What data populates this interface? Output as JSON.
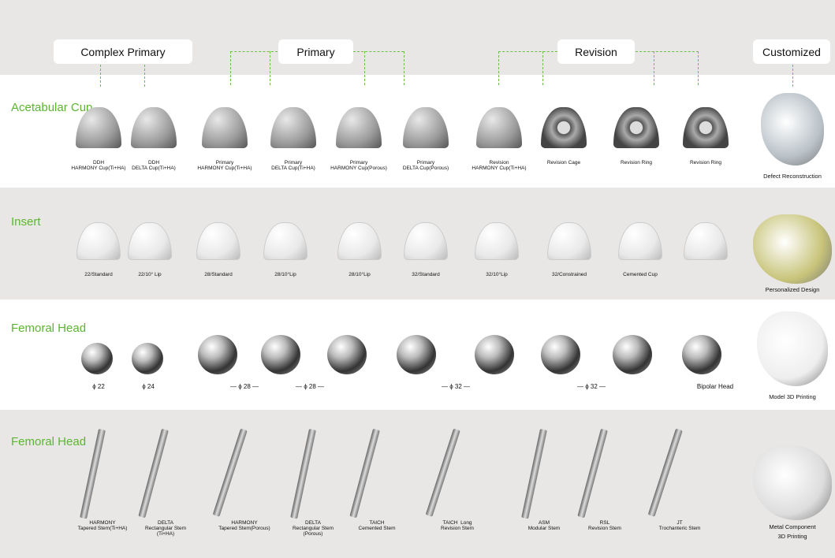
{
  "header": {
    "groups": [
      "Complex Primary",
      "Primary",
      "Revision",
      "Customized"
    ]
  },
  "colors": {
    "accent": "#5cb531",
    "band_gray": "#e9e7e5"
  },
  "rows": [
    {
      "title": "Acetabular Cup",
      "custom_label": "Defect Reconstruction",
      "items": [
        "DDH\nHARMONY Cup(Ti+HA)",
        "DDH\nDELTA Cup(Ti+HA)",
        "Primary\nHARMONY Cup(Ti+HA)",
        "Primary\nDELTA Cup(Ti+HA)",
        "Primary\nHARMONY Cup(Porous)",
        "Primary\nDELTA Cup(Porous)",
        "Revision\nHARMONY Cup(Ti+HA)",
        "Revision Cage",
        "Revision Ring",
        "Revision Ring"
      ]
    },
    {
      "title": "Insert",
      "custom_label": "Personalized Design",
      "items": [
        "22/Standard",
        "22/10° Lip",
        "28/Standard",
        "28/10°Lip",
        "28/10°Lip",
        "32/Standard",
        "32/10°Lip",
        "32/Constrained",
        "Cemented Cup",
        ""
      ]
    },
    {
      "title": "Femoral Head",
      "custom_label": "Model 3D Printing",
      "items": [
        "ϕ 22",
        "ϕ 24",
        "— ϕ 28 —",
        "— ϕ 28 —",
        "— ϕ 32 —",
        "— ϕ 32 —",
        "Bipolar Head"
      ]
    },
    {
      "title": "Femoral Head",
      "custom_label": "Metal Component\n3D Printing",
      "items": [
        "HARMONY\nTapered Stem(Ti+HA)",
        "DELTA\nRectangular Stem\n(Ti+HA)",
        "HARMONY\nTapered Stem(Porous)",
        "DELTA\nRectangular Stem\n(Porous)",
        "TAICH\nCemented Stem",
        "TAICH  Long\nRevision Stem",
        "ASM\nModular Stem",
        "RSL\nRevision Stem",
        "JT\nTrochanteric Stem"
      ]
    }
  ]
}
